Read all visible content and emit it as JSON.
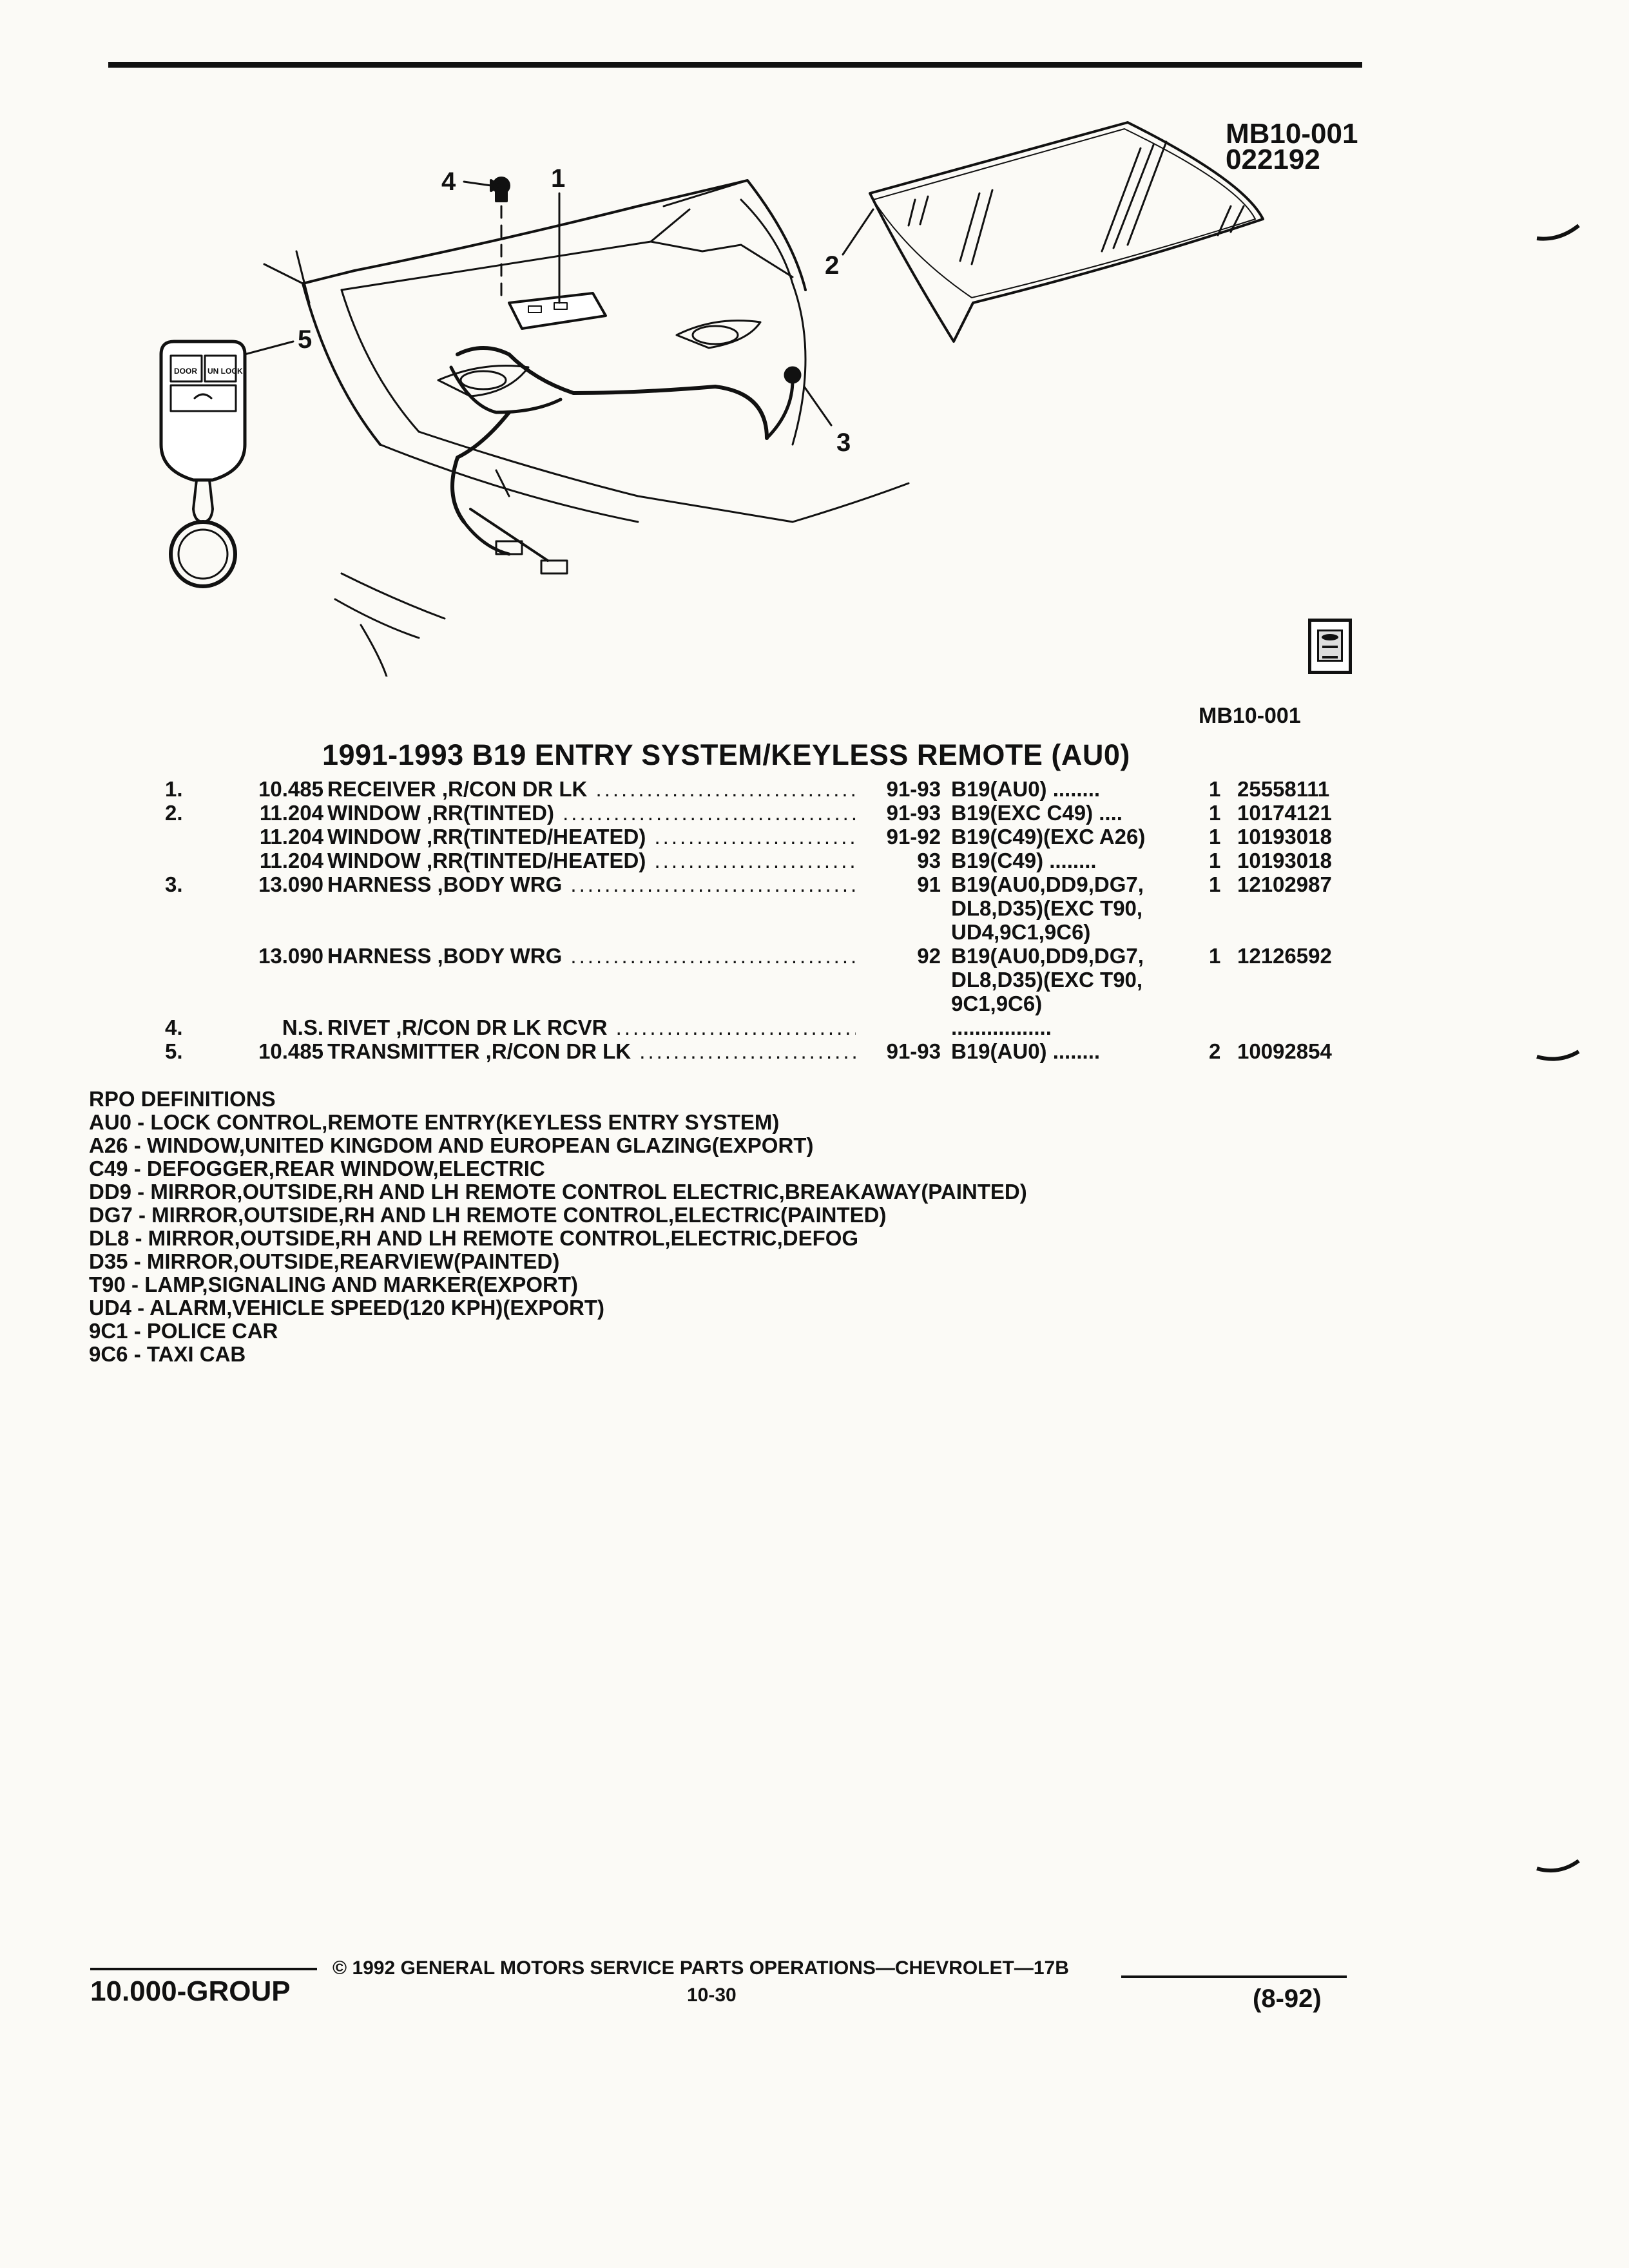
{
  "header": {
    "figure_code": "MB10-001",
    "figure_date": "022192",
    "figure_code_small": "MB10-001"
  },
  "diagram": {
    "callouts": [
      "1",
      "2",
      "3",
      "4",
      "5"
    ],
    "fob_buttons": [
      "DOOR",
      "UN LOCK"
    ]
  },
  "title": "1991-1993 B19 ENTRY SYSTEM/KEYLESS REMOTE (AU0)",
  "parts": [
    {
      "idx": "1.",
      "group": "10.485",
      "desc": "RECEIVER ,R/CON DR LK",
      "years": "91-93",
      "applic": [
        "B19(AU0) ........"
      ],
      "qty": "1",
      "pn": "25558111"
    },
    {
      "idx": "2.",
      "group": "11.204",
      "desc": "WINDOW ,RR(TINTED)",
      "years": "91-93",
      "applic": [
        "B19(EXC C49) ...."
      ],
      "qty": "1",
      "pn": "10174121"
    },
    {
      "idx": "",
      "group": "11.204",
      "desc": "WINDOW ,RR(TINTED/HEATED)",
      "years": "91-92",
      "applic": [
        "B19(C49)(EXC A26)"
      ],
      "qty": "1",
      "pn": "10193018"
    },
    {
      "idx": "",
      "group": "11.204",
      "desc": "WINDOW ,RR(TINTED/HEATED)",
      "years": "93",
      "applic": [
        "B19(C49) ........"
      ],
      "qty": "1",
      "pn": "10193018"
    },
    {
      "idx": "3.",
      "group": "13.090",
      "desc": "HARNESS ,BODY WRG",
      "years": "91",
      "applic": [
        "B19(AU0,DD9,DG7,",
        "DL8,D35)(EXC T90,",
        "UD4,9C1,9C6)"
      ],
      "qty": "1",
      "pn": "12102987"
    },
    {
      "idx": "",
      "group": "13.090",
      "desc": "HARNESS ,BODY WRG",
      "years": "92",
      "applic": [
        "B19(AU0,DD9,DG7,",
        "DL8,D35)(EXC T90,",
        "9C1,9C6)"
      ],
      "qty": "1",
      "pn": "12126592"
    },
    {
      "idx": "4.",
      "group": "N.S.",
      "desc": "RIVET ,R/CON DR LK RCVR",
      "years": "",
      "applic": [
        "................."
      ],
      "qty": "",
      "pn": ""
    },
    {
      "idx": "5.",
      "group": "10.485",
      "desc": "TRANSMITTER ,R/CON DR LK",
      "years": "91-93",
      "applic": [
        "B19(AU0) ........"
      ],
      "qty": "2",
      "pn": "10092854"
    }
  ],
  "rpo": {
    "heading": "RPO DEFINITIONS",
    "items": [
      "AU0 - LOCK CONTROL,REMOTE ENTRY(KEYLESS ENTRY SYSTEM)",
      "A26 - WINDOW,UNITED KINGDOM AND EUROPEAN GLAZING(EXPORT)",
      "C49 - DEFOGGER,REAR WINDOW,ELECTRIC",
      "DD9 - MIRROR,OUTSIDE,RH AND LH REMOTE CONTROL ELECTRIC,BREAKAWAY(PAINTED)",
      "DG7 - MIRROR,OUTSIDE,RH AND LH REMOTE CONTROL,ELECTRIC(PAINTED)",
      "DL8 - MIRROR,OUTSIDE,RH AND LH REMOTE CONTROL,ELECTRIC,DEFOG",
      "D35 - MIRROR,OUTSIDE,REARVIEW(PAINTED)",
      "T90 - LAMP,SIGNALING AND MARKER(EXPORT)",
      "UD4 - ALARM,VEHICLE SPEED(120 KPH)(EXPORT)",
      "9C1 - POLICE CAR",
      "9C6 - TAXI CAB"
    ]
  },
  "footer": {
    "group": "10.000-GROUP",
    "copyright": "© 1992 GENERAL MOTORS SERVICE PARTS OPERATIONS—CHEVROLET—17B",
    "page": "10-30",
    "date": "(8-92)"
  }
}
